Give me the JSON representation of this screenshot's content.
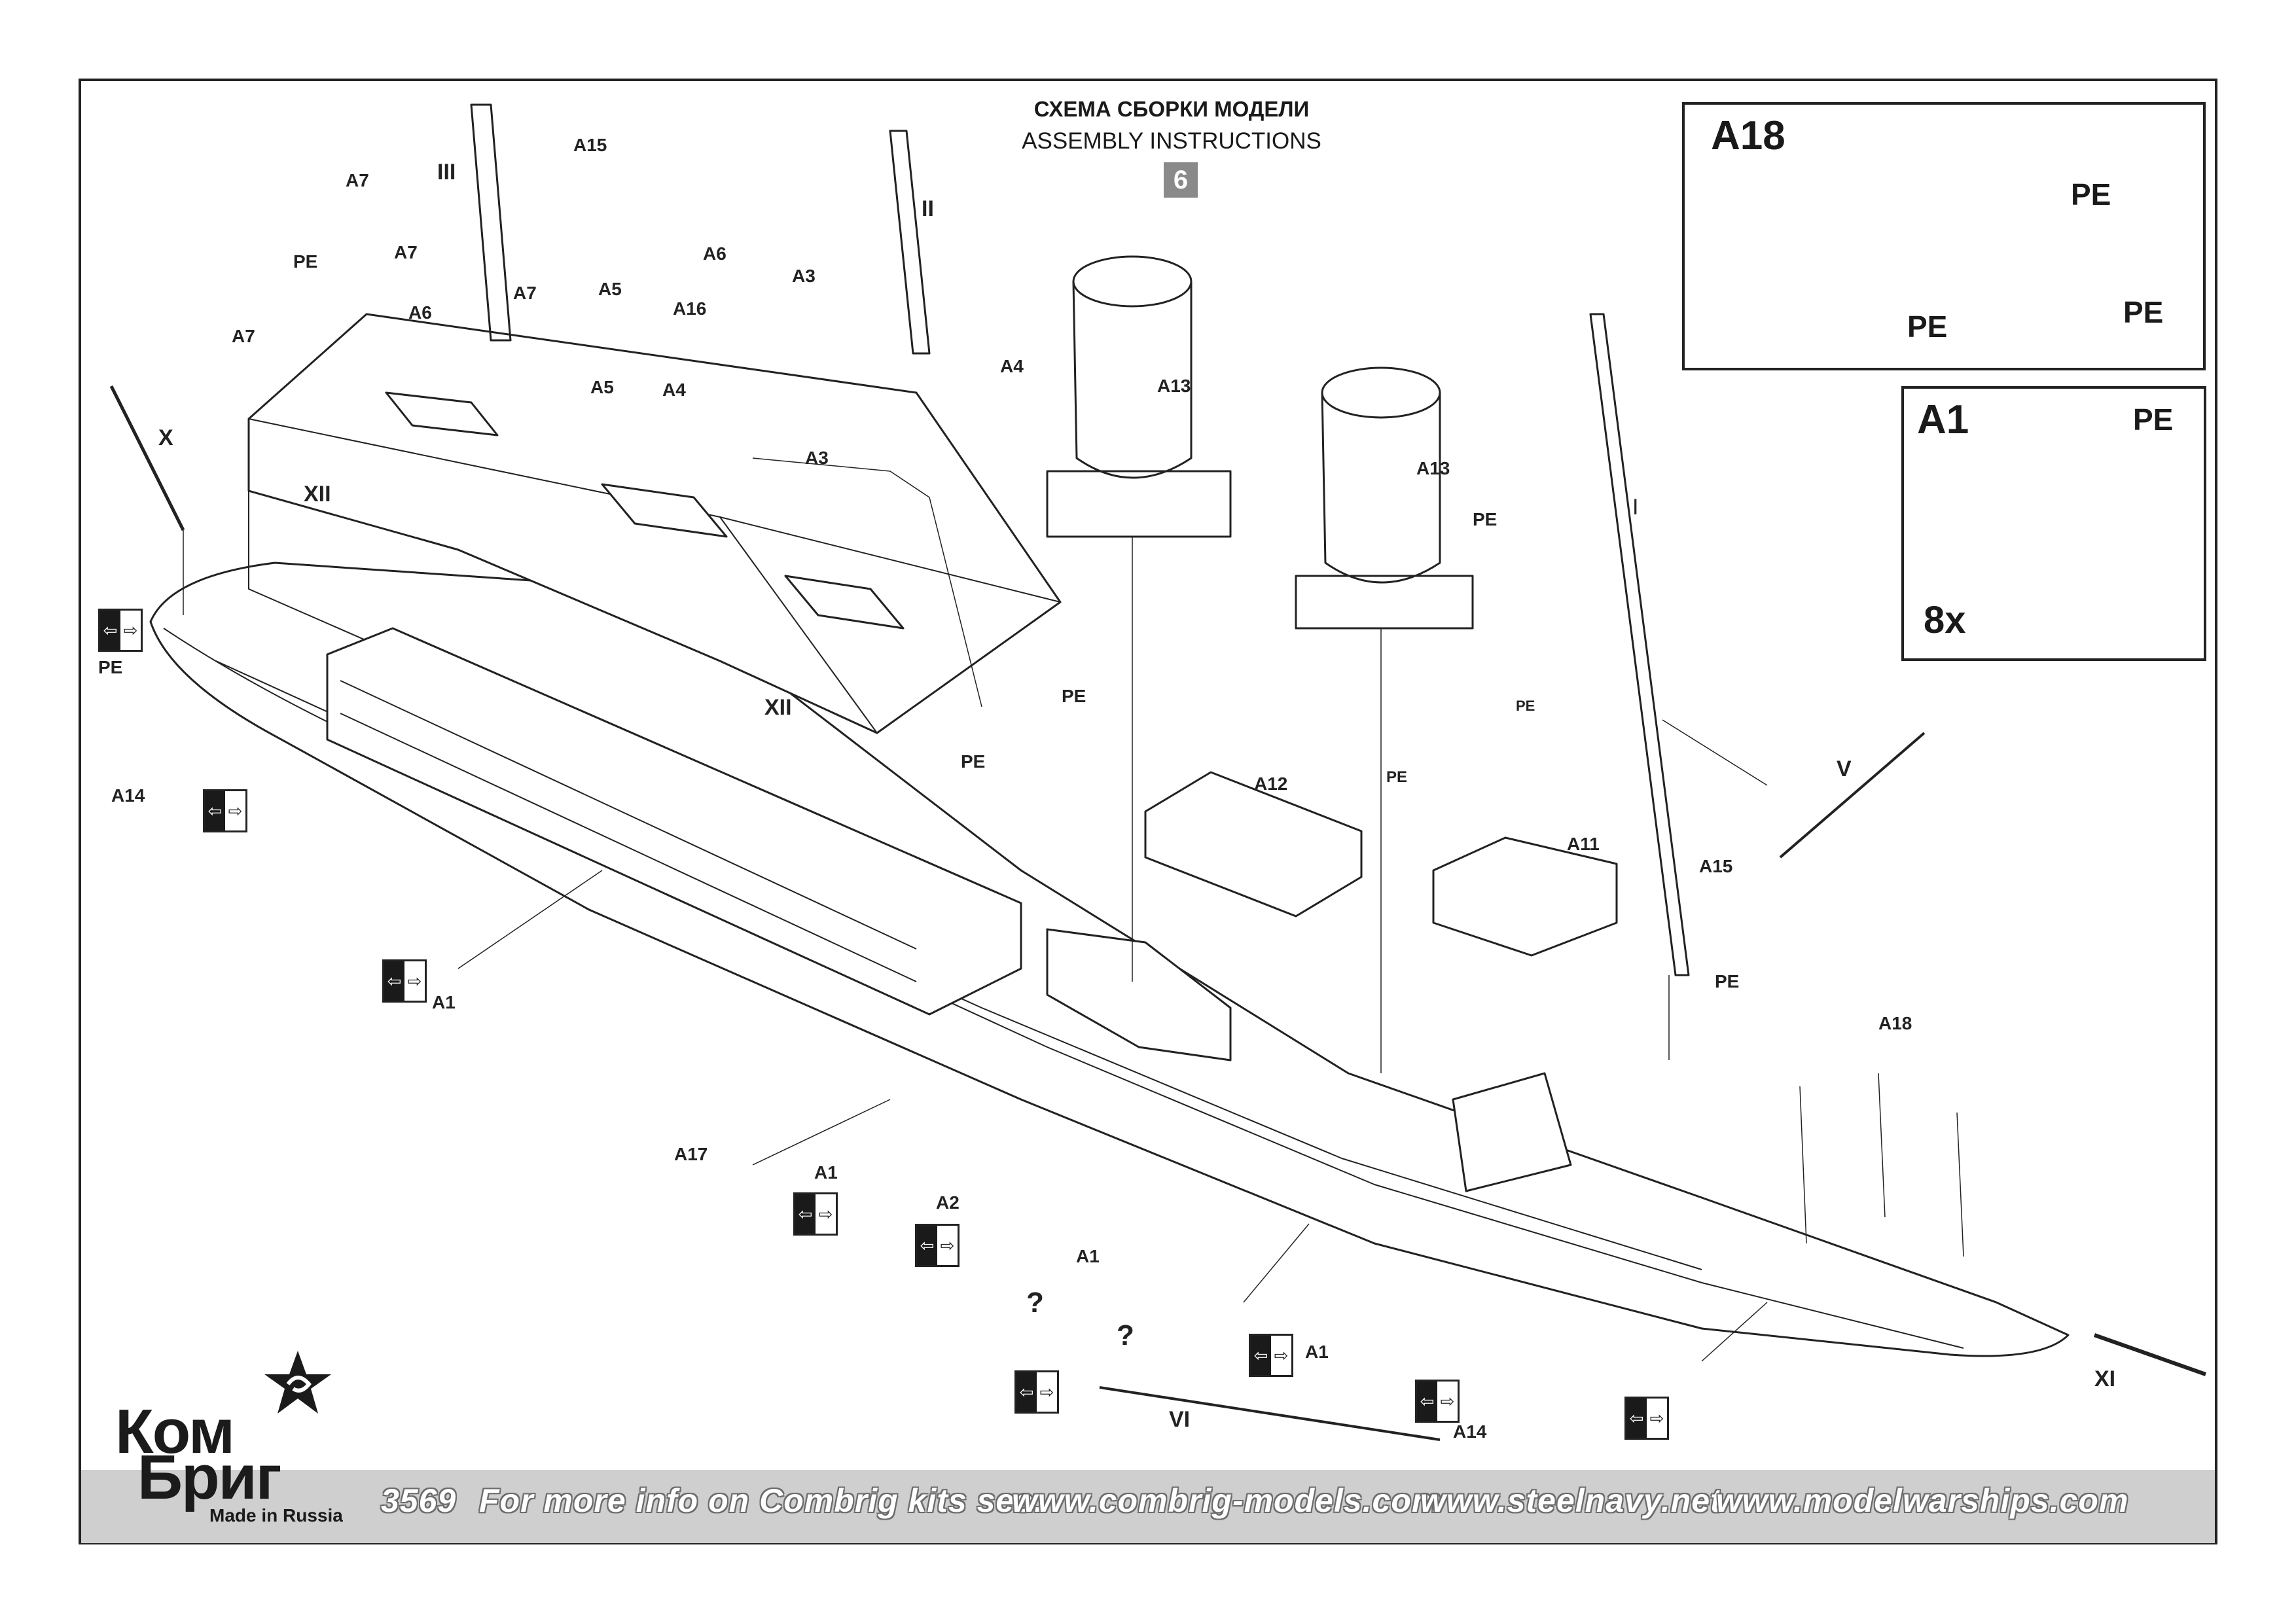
{
  "header": {
    "title_ru": "СХЕМА СБОРКИ МОДЕЛИ",
    "title_en": "ASSEMBLY INSTRUCTIONS",
    "step": "6"
  },
  "inset_a18": {
    "title": "A18",
    "pe_labels": [
      "PE",
      "PE",
      "PE"
    ]
  },
  "inset_a1": {
    "title": "A1",
    "pe_label": "PE",
    "count": "8x"
  },
  "part_labels": {
    "a15_top": "A15",
    "a7_1": "A7",
    "a7_2": "A7",
    "a7_3": "A7",
    "a7_4": "A7",
    "pe_ladder_top": "PE",
    "a6_left": "A6",
    "a5_1": "A5",
    "a5_2": "A5",
    "a4_1": "A4",
    "a16": "A16",
    "a6_right": "A6",
    "a3_1": "A3",
    "a4_2": "A4",
    "a3_2": "A3",
    "a13_1": "A13",
    "a13_2": "A13",
    "pe_funnel": "PE",
    "pe_bow": "PE",
    "a14_left": "A14",
    "pe_ladder_mid1": "PE",
    "pe_ladder_mid2": "PE",
    "a12": "A12",
    "pe_bridge1": "PE",
    "pe_bridge2": "PE",
    "a11": "A11",
    "a15_right": "A15",
    "pe_right": "PE",
    "a18_deck": "A18",
    "a1_1": "A1",
    "a17": "A17",
    "a1_2": "A1",
    "a2": "A2",
    "a1_3": "A1",
    "q1": "?",
    "q2": "?",
    "a1_4": "A1",
    "a14_bottom": "A14"
  },
  "roman_labels": {
    "r3": "III",
    "r2": "II",
    "rX": "X",
    "rXII_1": "XII",
    "rXII_2": "XII",
    "r1": "I",
    "r5": "V",
    "r6": "VI",
    "r11": "XI"
  },
  "footer": {
    "kit_number": "3569",
    "info_text": "For more info on Combrig kits see:",
    "link1": "www.combrig-models.com",
    "link2": "www.steelnavy.net",
    "link3": "www.modelwarships.com"
  },
  "logo": {
    "line1": "Ком",
    "line2": "Бриг",
    "tagline": "Made in Russia"
  },
  "icon_arrow": "⇦⇨"
}
